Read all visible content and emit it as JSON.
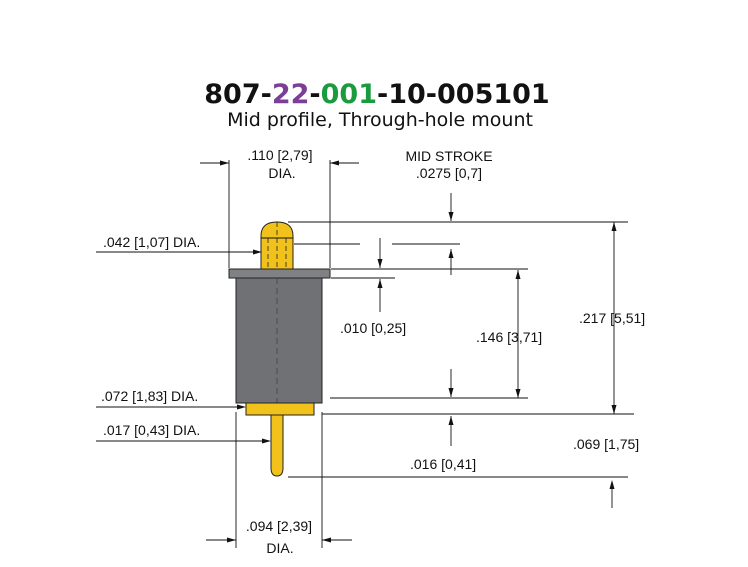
{
  "title": {
    "part1": "807-",
    "part2": "22",
    "part3": "-",
    "part4": "001",
    "part5": "-10-005101",
    "color_base": "#111111",
    "color_22": "#7b3f98",
    "color_001": "#1a9c3e"
  },
  "subtitle": "Mid profile, Through-hole mount",
  "colors": {
    "plunger": "#f2c21c",
    "barrel": "#707174",
    "flange": "#808184",
    "outline": "#222222"
  },
  "labels": {
    "top_dia": ".110 [2,79]",
    "top_dia_suffix": "DIA.",
    "mid_stroke": "MID STROKE",
    "mid_stroke_value": ".0275 [0,7]",
    "tip_dia": ".042 [1,07] DIA.",
    "flange_thk": ".010 [0,25]",
    "body_len": ".146 [3,71]",
    "overall_len": ".217 [5,51]",
    "base_dia": ".072 [1,83] DIA.",
    "tail_dia": ".017 [0,43] DIA.",
    "tail_len": ".069 [1,75]",
    "collar_thk": ".016 [0,41]",
    "bottom_dia": ".094 [2,39]",
    "bottom_dia_suffix": "DIA."
  }
}
